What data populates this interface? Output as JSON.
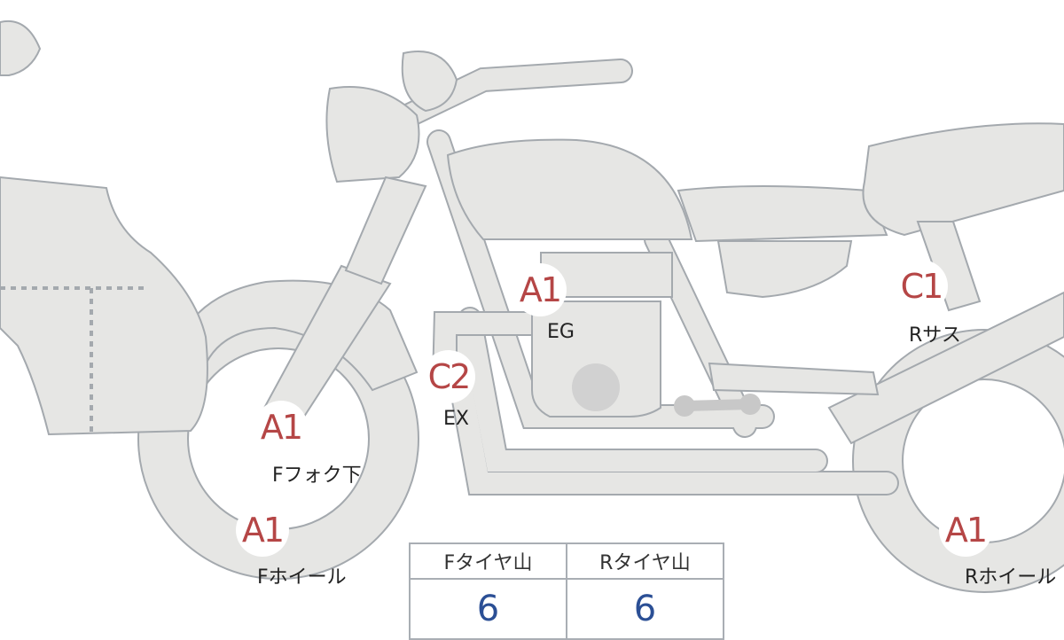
{
  "inspection_marks": [
    {
      "grade": "A1",
      "label": "EG"
    },
    {
      "grade": "C2",
      "label": "EX"
    },
    {
      "grade": "A1",
      "label": "Fフォク下"
    },
    {
      "grade": "A1",
      "label": "Fホイール"
    },
    {
      "grade": "C1",
      "label": "Rサス"
    },
    {
      "grade": "A1",
      "label": "Rホイール"
    }
  ],
  "tread_table": {
    "front_header": "Fタイヤ山",
    "rear_header": "Rタイヤ山",
    "front_value": "6",
    "rear_value": "6"
  },
  "colors": {
    "grade": "#b54646",
    "value": "#2b4f95",
    "body_fill": "#e6e6e4",
    "outline": "#a4a9ae"
  }
}
